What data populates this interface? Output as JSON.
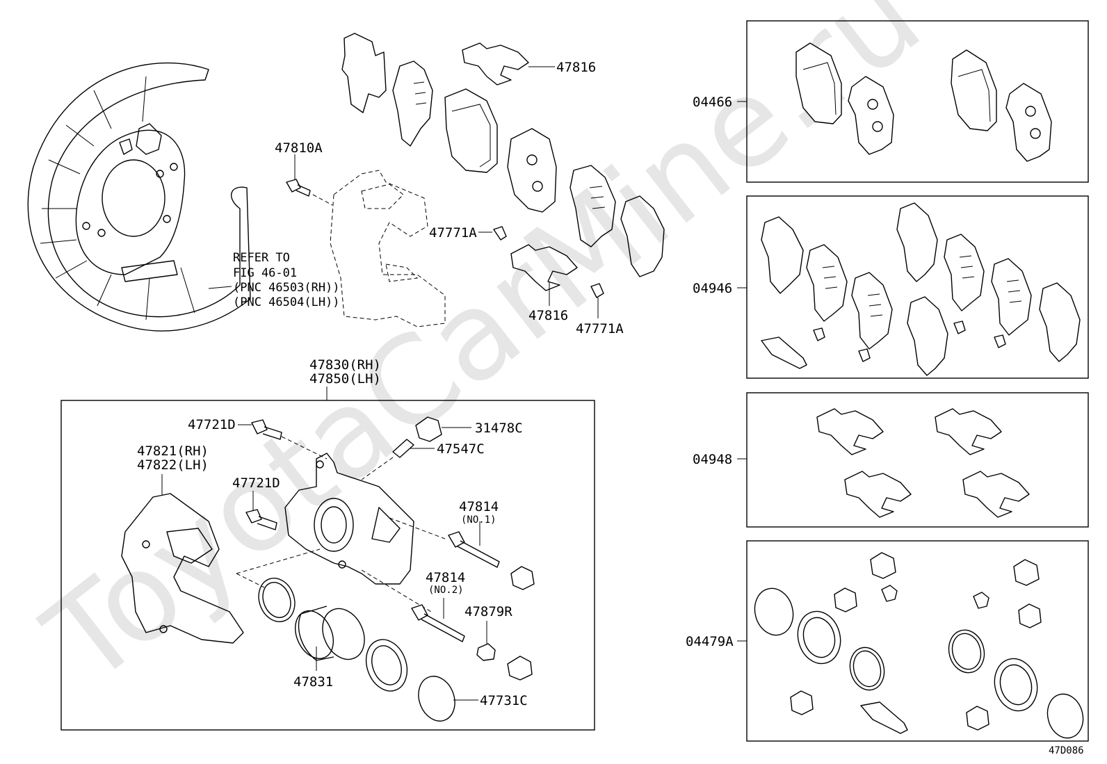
{
  "watermark": "ToyotaCarMine.ru",
  "diagram_code": "47D086",
  "parts": {
    "p47816_top": "47816",
    "p47810A": "47810A",
    "p47771A_left": "47771A",
    "p47816_mid": "47816",
    "p47771A_mid": "47771A",
    "refer_to": [
      "REFER TO",
      "FIG 46-01",
      "(PNC 46503(RH))",
      "(PNC 46504(LH))"
    ],
    "p47830": [
      "47830(RH)",
      "47850(LH)"
    ],
    "p47721D_top": "47721D",
    "p31478C": "31478C",
    "p47547C": "47547C",
    "p47821": [
      "47821(RH)",
      "47822(LH)"
    ],
    "p47721D_mid": "47721D",
    "p47814_1": [
      "47814",
      "(NO.1)"
    ],
    "p47814_2": [
      "47814",
      "(NO.2)"
    ],
    "p47879R": "47879R",
    "p47831": "47831",
    "p47731C": "47731C"
  },
  "kits": [
    {
      "code": "04466"
    },
    {
      "code": "04946"
    },
    {
      "code": "04948"
    },
    {
      "code": "04479A"
    }
  ]
}
